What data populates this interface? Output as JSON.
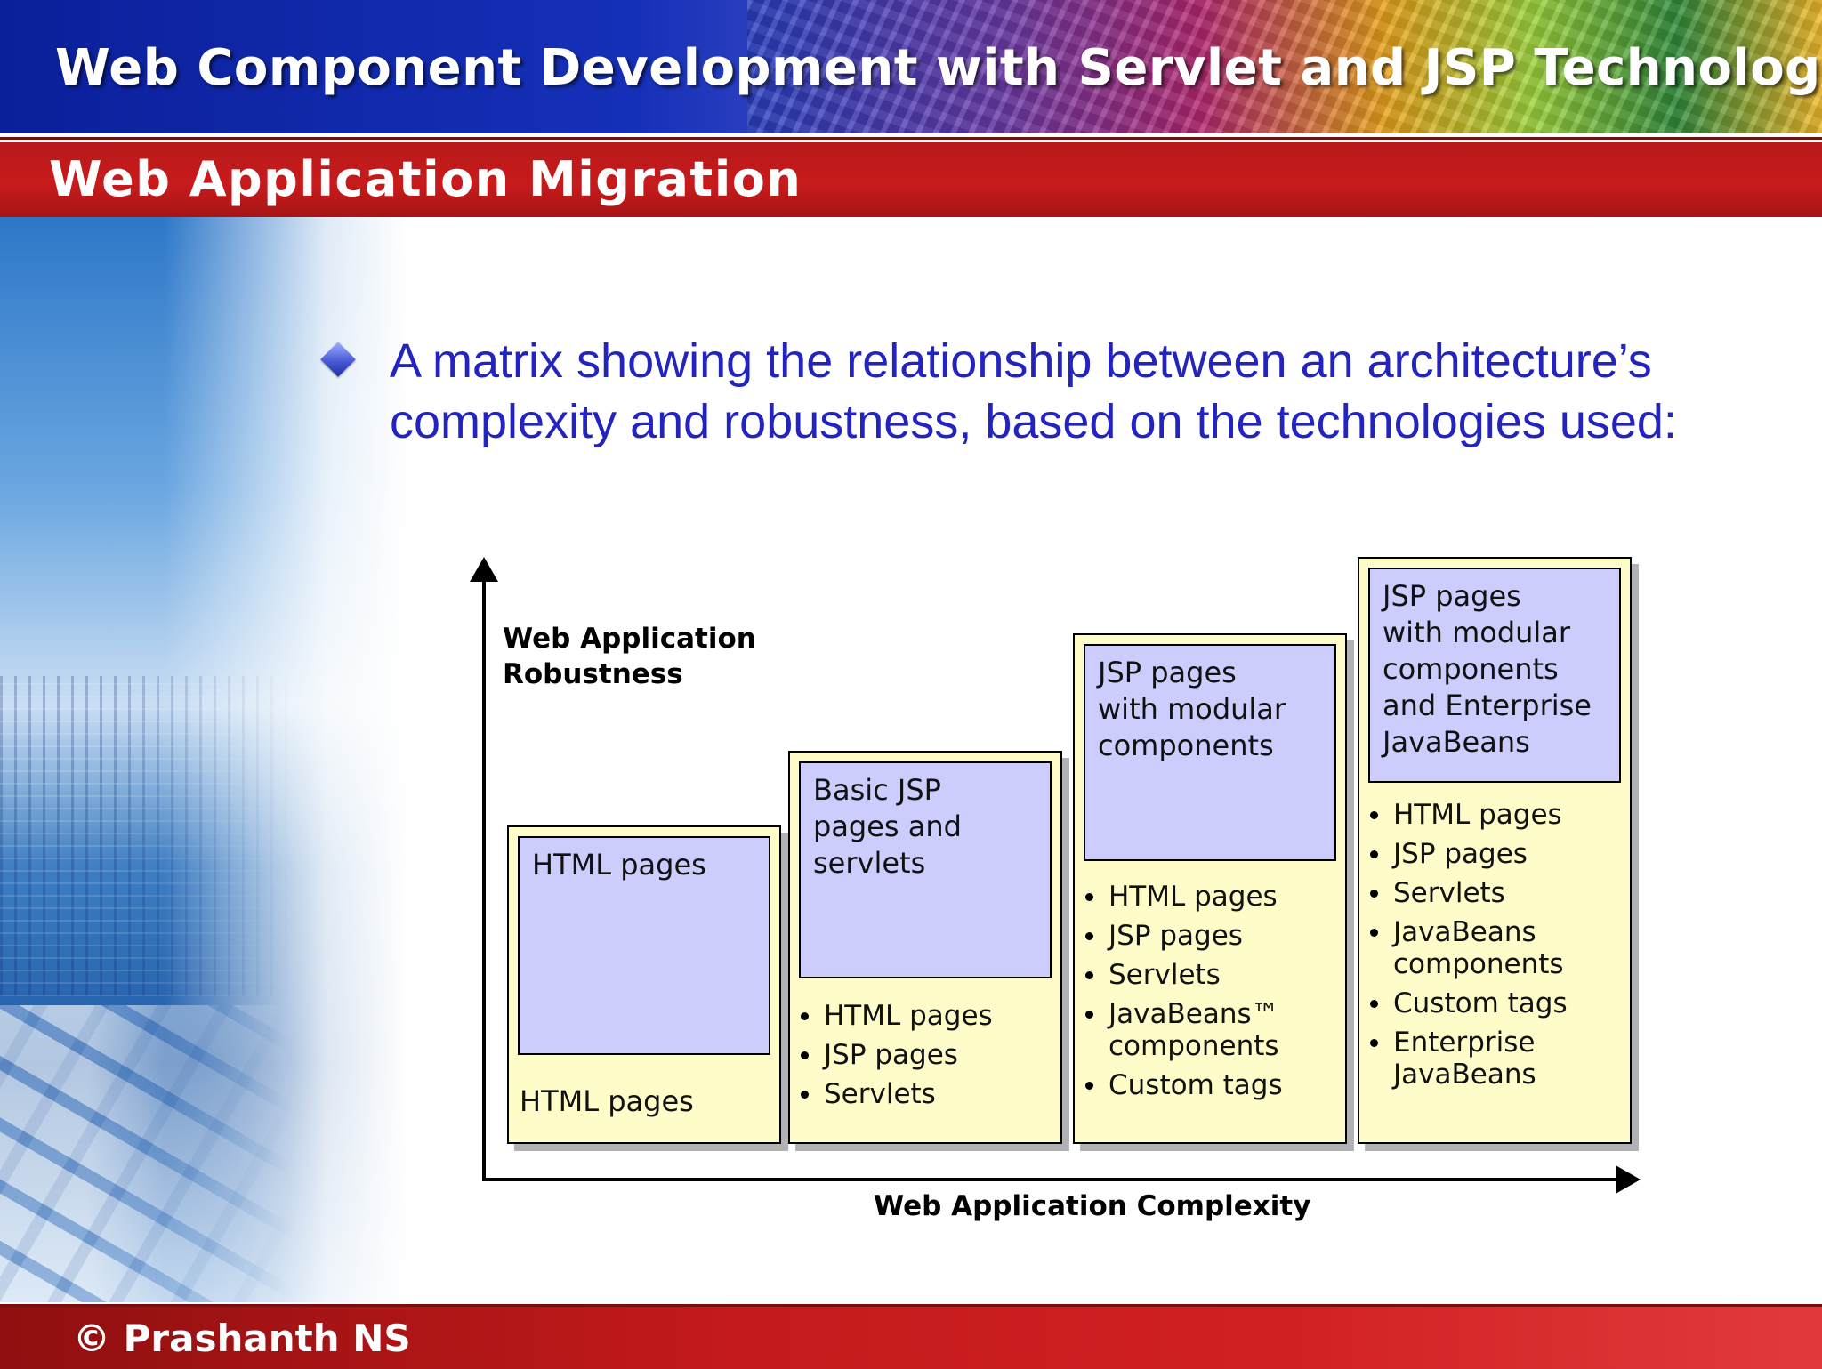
{
  "header": {
    "title": "Web Component Development with Servlet and JSP Technologies"
  },
  "section": {
    "title": "Web Application Migration"
  },
  "content": {
    "bullet": "A matrix showing the relationship between an architecture’s complexity and robustness, based on the technologies used:"
  },
  "diagram": {
    "y_axis_label_line1": "Web Application",
    "y_axis_label_line2": "Robustness",
    "x_axis_label": "Web Application Complexity",
    "columns": [
      {
        "title": "HTML pages",
        "items_plain": "HTML pages"
      },
      {
        "title_lines": [
          "Basic JSP",
          "pages and",
          "servlets"
        ],
        "items": [
          "HTML pages",
          "JSP pages",
          "Servlets"
        ]
      },
      {
        "title_lines": [
          "JSP pages",
          "with modular",
          "components"
        ],
        "items": [
          "HTML pages",
          "JSP pages",
          "Servlets",
          "JavaBeans™ components",
          "Custom tags"
        ]
      },
      {
        "title_lines": [
          "JSP pages",
          "with modular",
          "components",
          "and Enterprise",
          "JavaBeans"
        ],
        "items": [
          "HTML pages",
          "JSP pages",
          "Servlets",
          "JavaBeans components",
          "Custom tags",
          "Enterprise JavaBeans"
        ]
      }
    ]
  },
  "footer": {
    "copyright": "© Prashanth NS"
  },
  "colors": {
    "bullet_text": "#2323c0",
    "section_bar": "#c81b1c",
    "column_fill": "#fefdc9",
    "inner_box_fill": "#cccdfd"
  }
}
